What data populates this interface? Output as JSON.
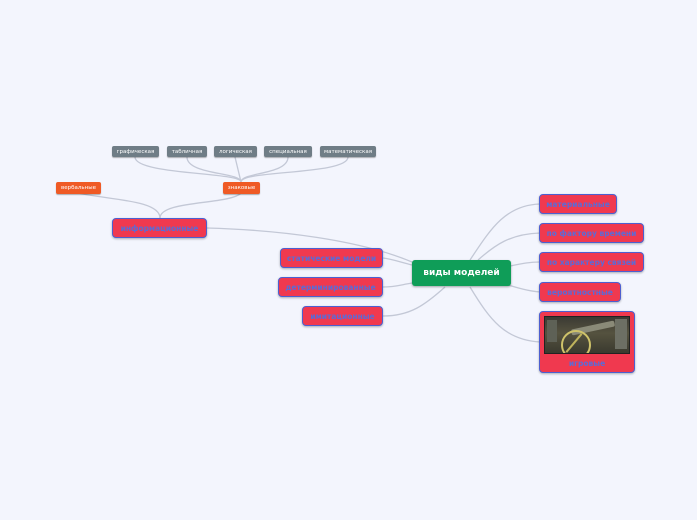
{
  "title": "виды моделей",
  "right_nodes": {
    "material": "материальные",
    "time": "по фактору времени",
    "relations": "по характеру связей",
    "probabilistic": "вероятностные",
    "game": "игровые"
  },
  "left_nodes": {
    "static": "статические модели",
    "deterministic": "детерминированные",
    "imitation": "имитационные",
    "informational": "информационные"
  },
  "info_children": {
    "verbal": "вербальные",
    "sign": "знаковые"
  },
  "sign_children": [
    "графическая",
    "табличная",
    "логическая",
    "специальная",
    "математическая"
  ],
  "colors": {
    "root": "#0f9d58",
    "node": "#f0394f",
    "node_text": "#5b6bd6",
    "orange": "#ef5a25",
    "gray": "#6f7d86",
    "line": "#c3c8d6"
  },
  "game_image": "cannon-wheel-screenshot"
}
